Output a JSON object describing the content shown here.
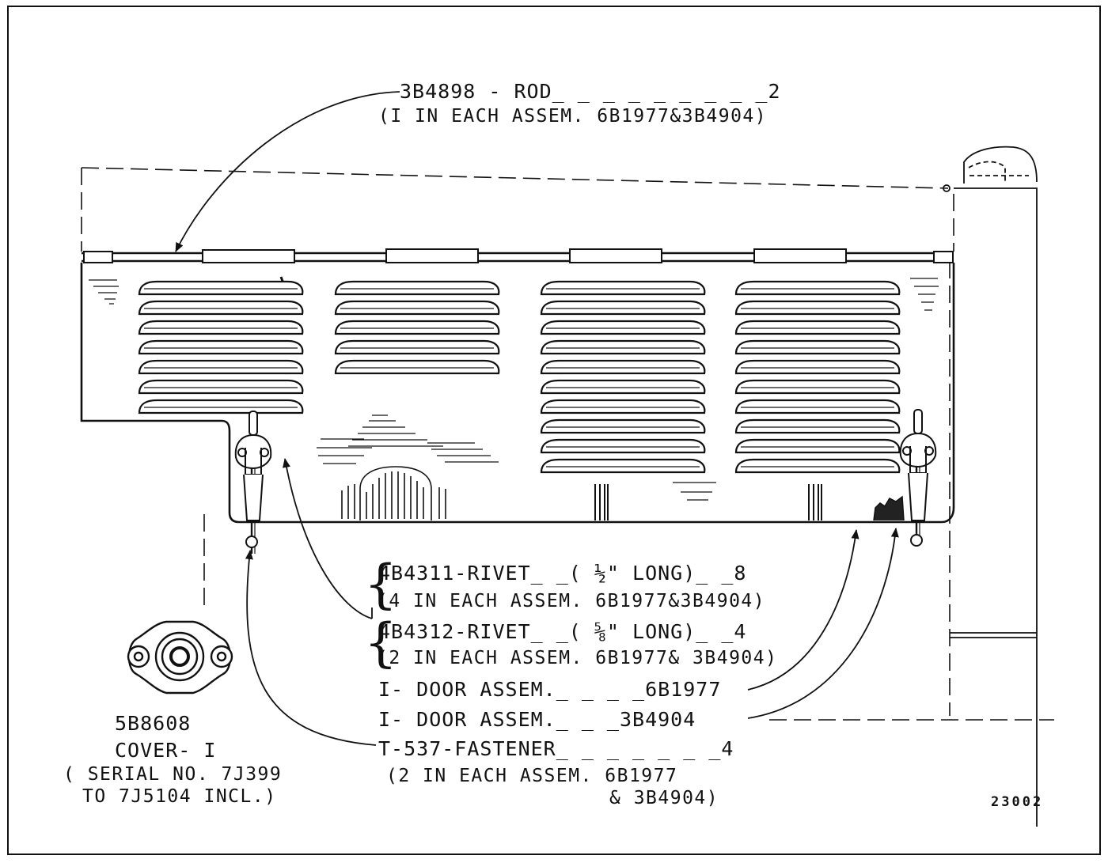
{
  "callouts": {
    "rod": {
      "line1": "3B4898 - ROD_ _ _ _ _ _ _ _ _2",
      "line2": "(I IN EACH ASSEM. 6B1977&3B4904)"
    },
    "rivet_short": {
      "line1": "4B4311-RIVET_ _( ½\" LONG)_ _8",
      "line2": "(4 IN EACH ASSEM. 6B1977&3B4904)"
    },
    "rivet_long": {
      "line1": "4B4312-RIVET_ _( ⅝\" LONG)_ _4",
      "line2": "(2 IN EACH ASSEM. 6B1977& 3B4904)"
    },
    "door_a": {
      "line1": "I- DOOR ASSEM._ _ _ _6B1977"
    },
    "door_b": {
      "line1": "I- DOOR ASSEM._ _ _3B4904"
    },
    "fastener": {
      "line1": "T-537-FASTENER_ _ _ _ _ _ _4",
      "line2": "(2 IN EACH ASSEM. 6B1977",
      "line3": "& 3B4904)"
    },
    "cover": {
      "line1": "5B8608",
      "line2": "COVER- I",
      "line3": "( SERIAL NO. 7J399",
      "line4": "TO 7J5104 INCL.)"
    }
  },
  "figure_number": "23002",
  "colors": {
    "ink": "#111111",
    "paper": "#ffffff"
  }
}
